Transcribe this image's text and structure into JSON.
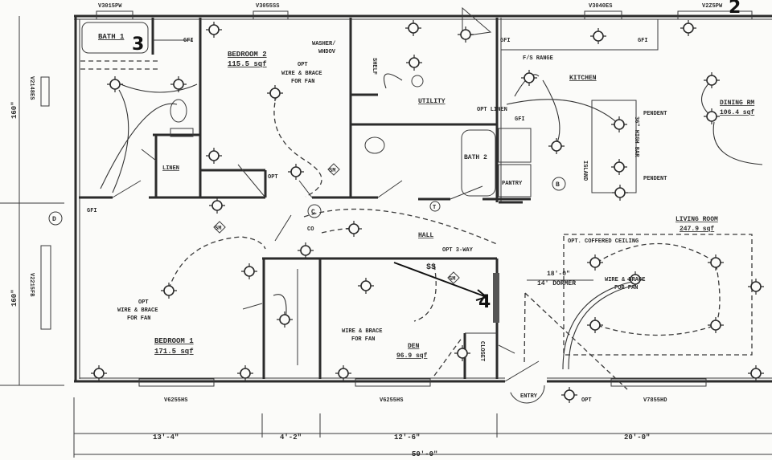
{
  "rooms": {
    "bath1": "BATH 1",
    "bedroom2": {
      "name": "BEDROOM 2",
      "area": "115.5 sqf"
    },
    "utility": "UTILITY",
    "kitchen": "KITCHEN",
    "dining": {
      "name": "DINING RM",
      "area": "106.4 sqf"
    },
    "bath2": "BATH 2",
    "pantry": "PANTRY",
    "linen": "LINEN",
    "island": "ISLAND",
    "living": {
      "name": "LIVING ROOM",
      "area": "247.9 sqf"
    },
    "hall": "HALL",
    "den": {
      "name": "DEN",
      "area": "96.9 sqf"
    },
    "bedroom1": {
      "name": "BEDROOM 1",
      "area": "171.5 sqf"
    }
  },
  "notes": {
    "opt": "OPT",
    "wire_brace": "WIRE & BRACE",
    "for_fan": "FOR FAN",
    "washer": "WASHER/",
    "washer2": "WHDOV",
    "coffered": "OPT. COFFERED CEILING",
    "dormer_dim": "18'-0\"",
    "dormer": "14' DORMER",
    "three_way": "OPT 3-WAY",
    "pendent": "PENDENT",
    "high_bar": "36\" HIGH BAR",
    "range": "F/S RANGE",
    "opt_linen": "OPT LINEN",
    "shelf": "SHELF",
    "gfi": "GFI",
    "entry": "ENTRY",
    "closet": "CLOSET"
  },
  "windows": {
    "top1": "V3015PW",
    "top2": "V3055SS",
    "top3": "V3040ES",
    "top4": "V2Z5PW",
    "left1": "V2148ES",
    "left2": "V2215FB",
    "bottom1": "V6255HS",
    "bottom2": "V6255HS",
    "bottom3": "V7855HD"
  },
  "dimensions": {
    "left_upper": "160\"",
    "left_lower": "160\"",
    "seg1": "13'-4\"",
    "seg2": "4'-2\"",
    "seg3": "12'-6\"",
    "seg4": "20'-0\"",
    "total": "50'-0\""
  },
  "markers": {
    "b": "B",
    "c": "C",
    "d": "D",
    "t": "T",
    "co": "CO",
    "sm": "SM",
    "switch": "$$"
  },
  "annotations": {
    "a3": "3",
    "a2": "2",
    "a4": "4"
  }
}
